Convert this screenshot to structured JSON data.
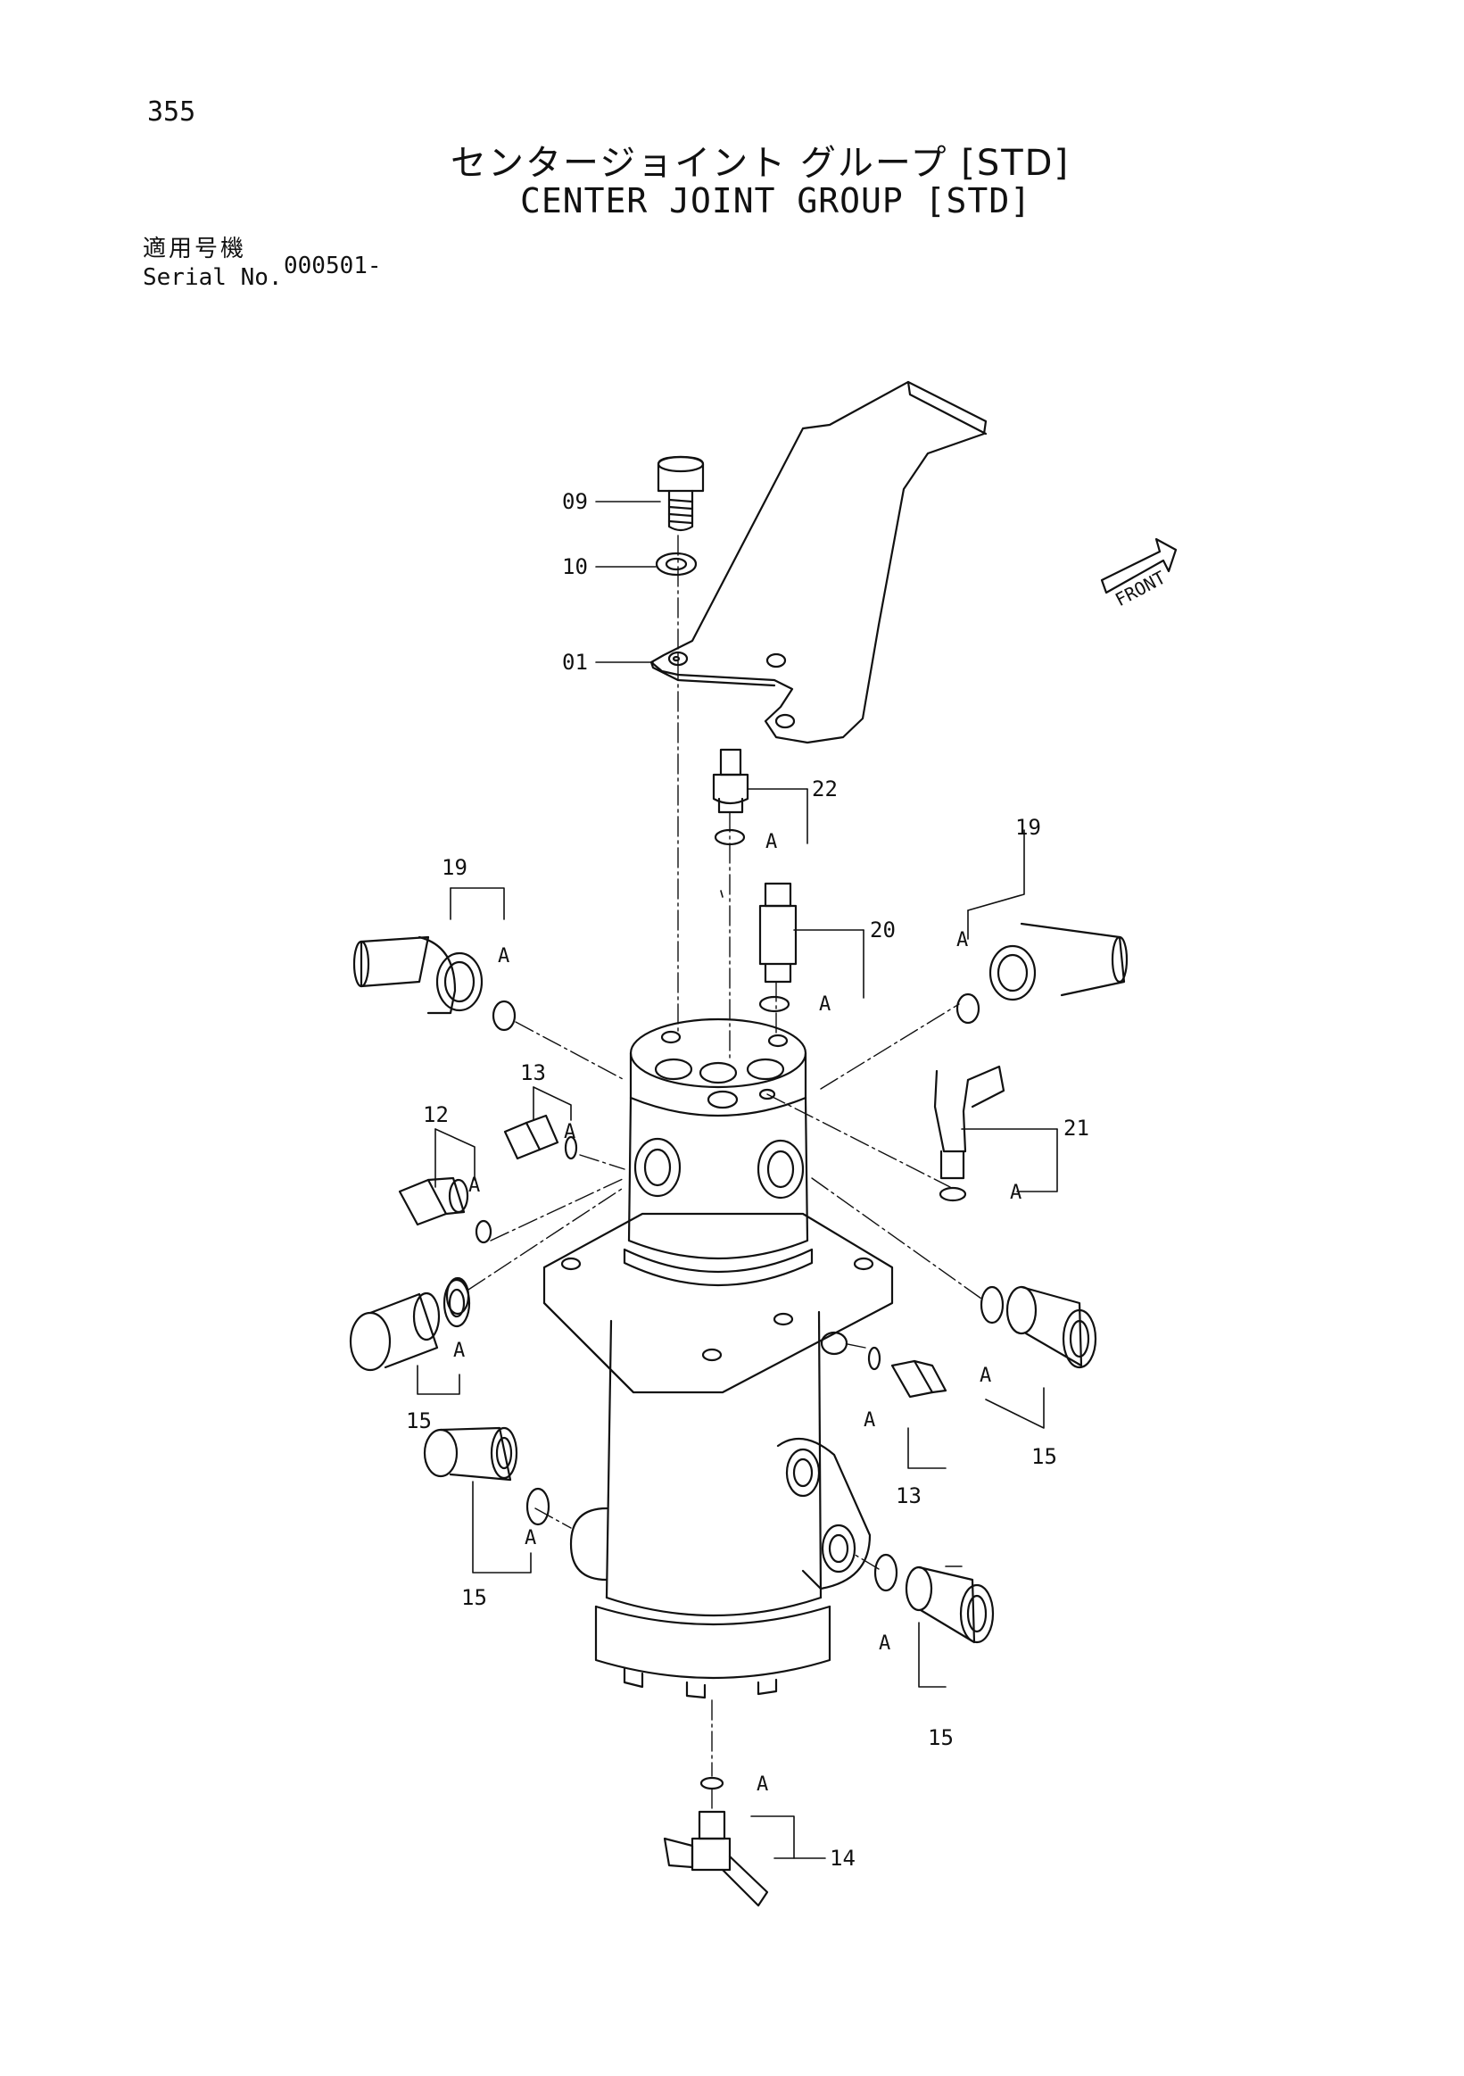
{
  "page": {
    "number": "355",
    "title_jp": "センタージョイント グループ [STD]",
    "title_en": "CENTER JOINT GROUP [STD]",
    "serial_label_jp": "適用号機",
    "serial_label_en": "Serial No.",
    "serial_value": "000501-"
  },
  "diagram": {
    "front_label": "FRONT",
    "seal_label": "A",
    "parts": [
      {
        "id": "p09",
        "label": "09"
      },
      {
        "id": "p10",
        "label": "10"
      },
      {
        "id": "p01",
        "label": "01"
      },
      {
        "id": "p22",
        "label": "22"
      },
      {
        "id": "p20",
        "label": "20"
      },
      {
        "id": "p19a",
        "label": "19"
      },
      {
        "id": "p19b",
        "label": "19"
      },
      {
        "id": "p21",
        "label": "21"
      },
      {
        "id": "p13a",
        "label": "13"
      },
      {
        "id": "p12",
        "label": "12"
      },
      {
        "id": "p15a",
        "label": "15"
      },
      {
        "id": "p15b",
        "label": "15"
      },
      {
        "id": "p13b",
        "label": "13"
      },
      {
        "id": "p15c",
        "label": "15"
      },
      {
        "id": "p15d",
        "label": "15"
      },
      {
        "id": "p14",
        "label": "14"
      }
    ]
  }
}
